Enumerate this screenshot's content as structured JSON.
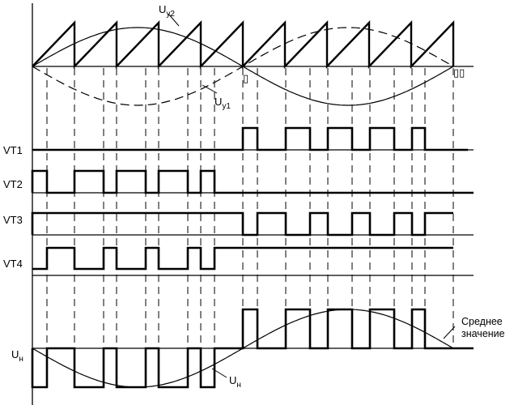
{
  "labels": {
    "uy2": "U",
    "uy2_sub": "y2",
    "uy1": "U",
    "uy1_sub": "y1",
    "vt1": "VT1",
    "vt2": "VT2",
    "vt3": "VT3",
    "vt4": "VT4",
    "un_axis": "U",
    "un_axis_sub": "н",
    "un_curve": "U",
    "un_curve_sub": "н",
    "mean_line1": "Среднее",
    "mean_line2": "значение",
    "mark_pi": "▯",
    "mark_2pi": "▯▯"
  }
}
